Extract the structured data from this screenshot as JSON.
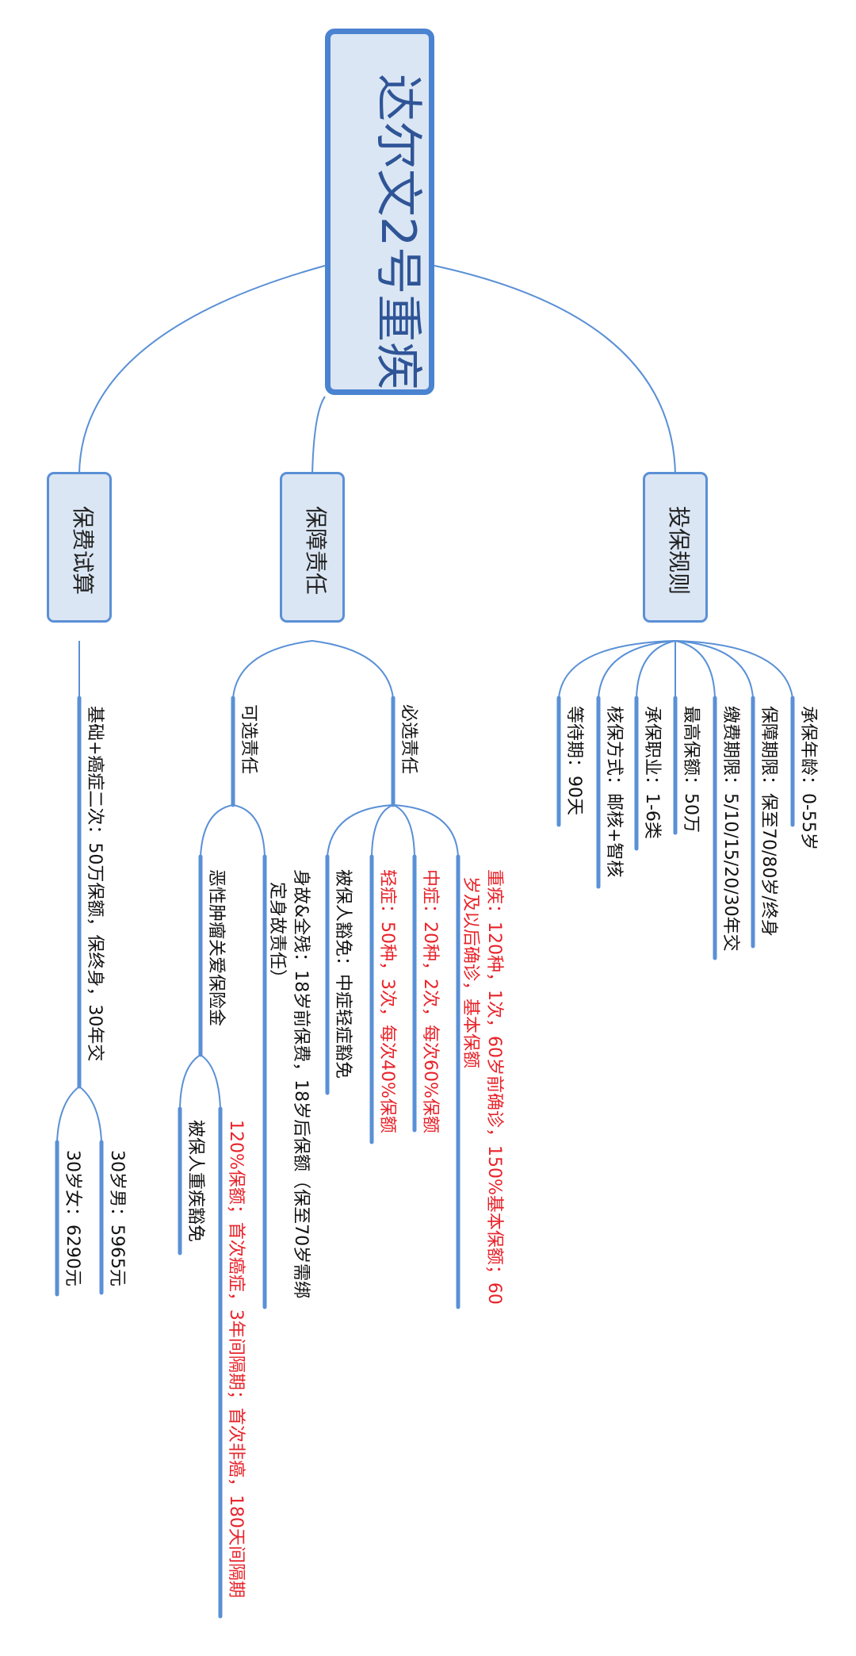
{
  "root": {
    "label": "达尔文2号重疾"
  },
  "branches": {
    "rules": {
      "label": "投保规则",
      "items": [
        "承保年龄：0-55岁",
        "保障期限：保至70/80岁/终身",
        "缴费期限：5/10/15/20/30年交",
        "最高保额：50万",
        "承保职业：1-6类",
        "核保方式：邮核+智核",
        "等待期：90天"
      ]
    },
    "coverage": {
      "label": "保障责任",
      "required": {
        "label": "必选责任",
        "items": {
          "critical_line1": "重疾：120种，1次，60岁前确诊，150%基本保额；60",
          "critical_line2": "岁及以后确诊，基本保额",
          "moderate": "中症：20种，2次，每次60%保额",
          "mild": "轻症：50种，3次，每次40%保额",
          "waiver": "被保人豁免：中症轻症豁免"
        }
      },
      "optional": {
        "label": "可选责任",
        "death_line1": "身故&全残：18岁前保费，18岁后保额（保至70岁需绑",
        "death_line2": "定身故责任）",
        "cancer": {
          "label": "恶性肿瘤关爱保险金",
          "detail": "120%保额；首次癌症，3年间隔期；首次非癌，180天间隔期",
          "waiver": "被保人重疾豁免"
        }
      }
    },
    "premium": {
      "label": "保费试算",
      "plan": "基础+癌症二次：50万保额，保终身，30年交",
      "male": "30岁男：5965元",
      "female": "30岁女：6290元"
    }
  },
  "colors": {
    "line": "#5a90d6",
    "box_fill": "#dbe6f4",
    "red_text": "#e8232a",
    "root_text": "#2f5597"
  }
}
